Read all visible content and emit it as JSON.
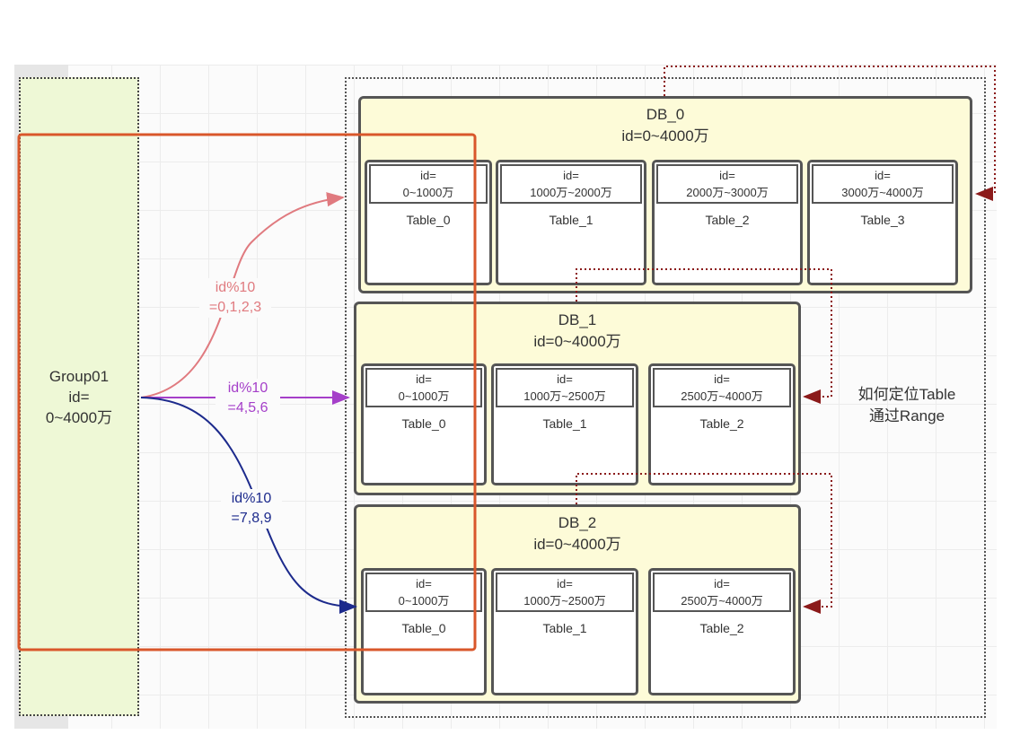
{
  "group": {
    "name": "Group01",
    "line1": "id=",
    "line2": "0~4000万"
  },
  "routes": [
    {
      "label1": "id%10",
      "label2": "=0,1,2,3",
      "color": "#e07a7f",
      "target": "DB_0"
    },
    {
      "label1": "id%10",
      "label2": "=4,5,6",
      "color": "#a53fc9",
      "target": "DB_1"
    },
    {
      "label1": "id%10",
      "label2": "=7,8,9",
      "color": "#1c2a8c",
      "target": "DB_2"
    }
  ],
  "dbs": [
    {
      "name": "DB_0",
      "range": "id=0~4000万",
      "tables": [
        {
          "head1": "id=",
          "head2": "0~1000万",
          "name": "Table_0"
        },
        {
          "head1": "id=",
          "head2": "1000万~2000万",
          "name": "Table_1"
        },
        {
          "head1": "id=",
          "head2": "2000万~3000万",
          "name": "Table_2"
        },
        {
          "head1": "id=",
          "head2": "3000万~4000万",
          "name": "Table_3"
        }
      ]
    },
    {
      "name": "DB_1",
      "range": "id=0~4000万",
      "tables": [
        {
          "head1": "id=",
          "head2": "0~1000万",
          "name": "Table_0"
        },
        {
          "head1": "id=",
          "head2": "1000万~2500万",
          "name": "Table_1"
        },
        {
          "head1": "id=",
          "head2": "2500万~4000万",
          "name": "Table_2"
        }
      ]
    },
    {
      "name": "DB_2",
      "range": "id=0~4000万",
      "tables": [
        {
          "head1": "id=",
          "head2": "0~1000万",
          "name": "Table_0"
        },
        {
          "head1": "id=",
          "head2": "1000万~2500万",
          "name": "Table_1"
        },
        {
          "head1": "id=",
          "head2": "2500万~4000万",
          "name": "Table_2"
        }
      ]
    }
  ],
  "note": {
    "line1": "如何定位Table",
    "line2": "通过Range"
  },
  "colors": {
    "highlight": "#d9572b",
    "range_arrow": "#8b1a1a",
    "group_fill": "#eef8d6",
    "db_fill": "#fdfbd8"
  }
}
